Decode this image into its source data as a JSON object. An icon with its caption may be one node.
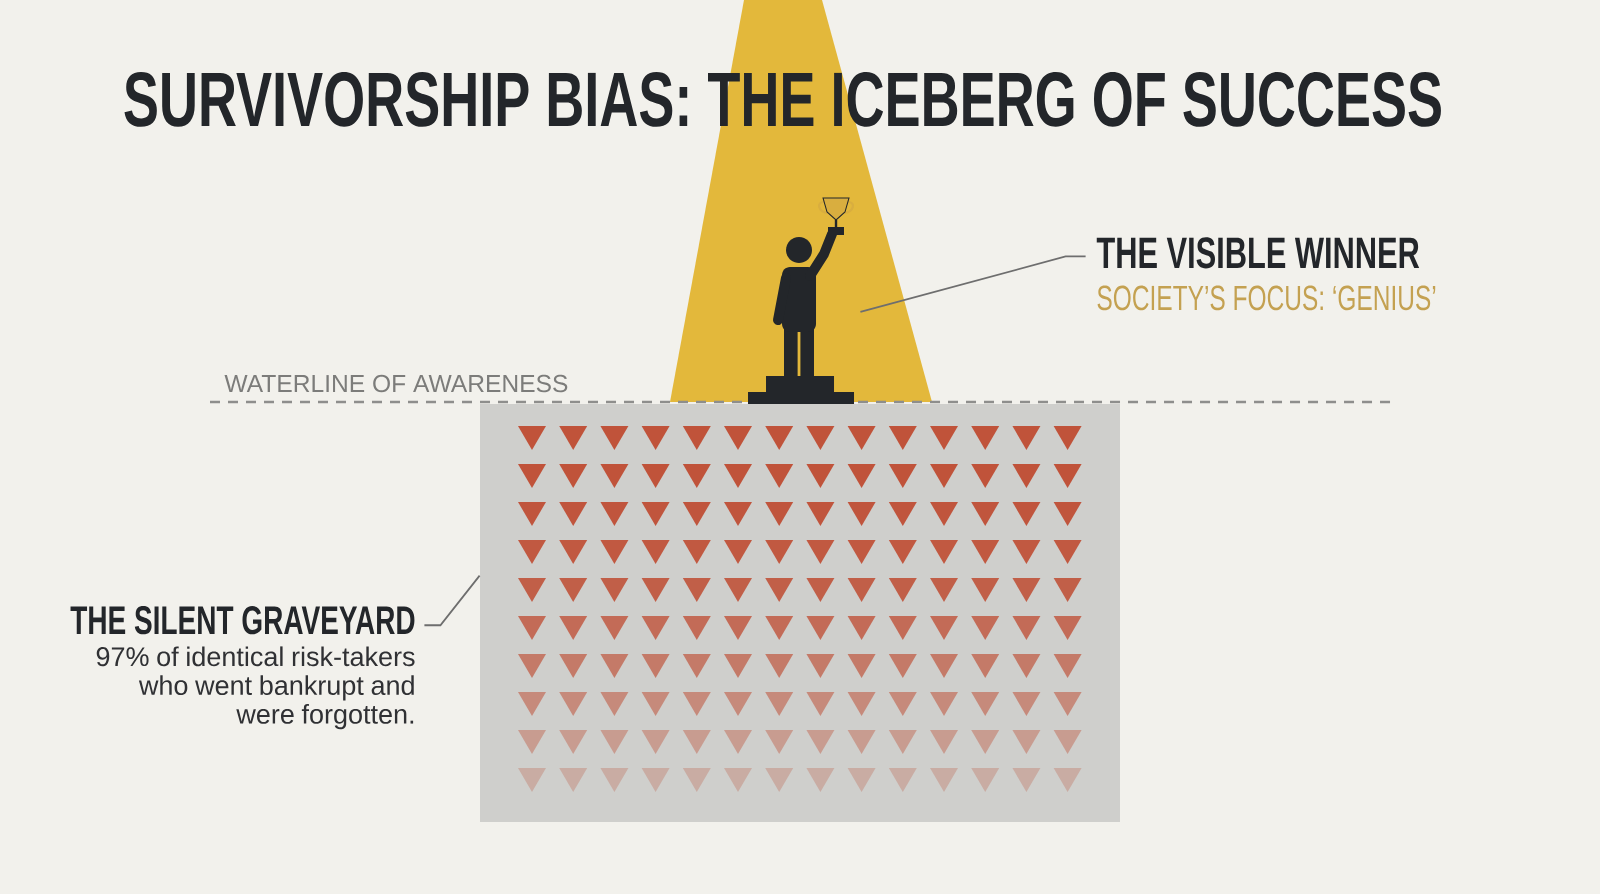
{
  "diagram": {
    "title": "SURVIVORSHIP BIAS: THE ICEBERG OF SUCCESS",
    "nodes": [
      {
        "text": [
          "THE VISIBLE WINNER",
          "SOCIETY’S FOCUS: ‘GENIUS’"
        ]
      },
      {
        "text": [],
        "shape": "person"
      },
      {
        "text": [
          "THE SILENT GRAVEYARD",
          "97% of identical risk-takers who went bankrupt and were forgotten."
        ]
      },
      {
        "text": [],
        "shape": "box"
      }
    ],
    "edges": [
      {
        "from": 0,
        "to": 1,
        "arrow": "none"
      },
      {
        "from": 2,
        "to": 3,
        "arrow": "none"
      }
    ],
    "labels": [
      "WATERLINE OF AWARENESS"
    ]
  }
}
